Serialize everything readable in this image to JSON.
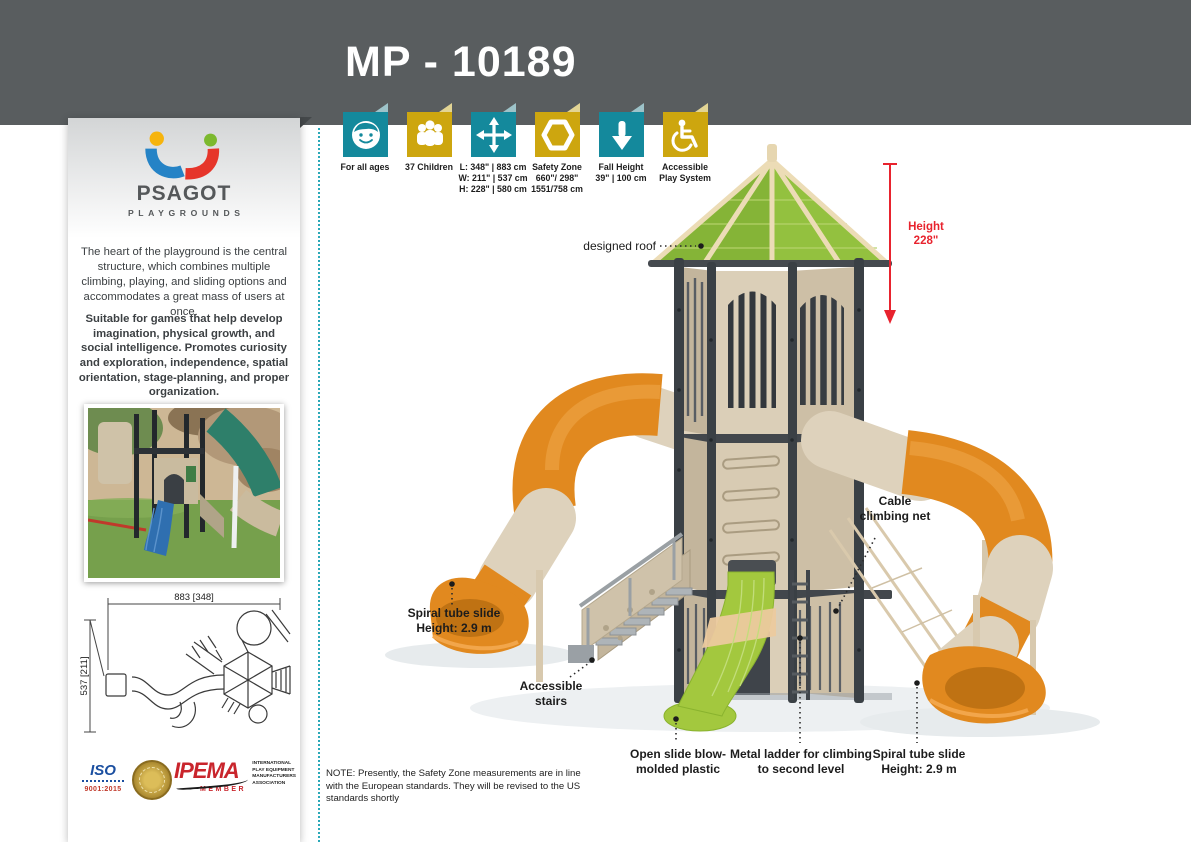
{
  "header": {
    "title": "MP - 10189"
  },
  "spec_icons": [
    {
      "icon": "child-face-icon",
      "color": "#14899c",
      "label": "For all ages"
    },
    {
      "icon": "children-group-icon",
      "color": "#cda60f",
      "label": "37 Children"
    },
    {
      "icon": "dimensions-arrows-icon",
      "color": "#14899c",
      "label": "L: 348\" | 883 cm\nW: 211\" | 537 cm\nH: 228\" | 580 cm"
    },
    {
      "icon": "hexagon-safety-zone-icon",
      "color": "#cda60f",
      "label": "Safety Zone\n660\"/ 298\"\n1551/758 cm"
    },
    {
      "icon": "fall-height-arrow-icon",
      "color": "#14899c",
      "label": "Fall Height\n39\" | 100 cm"
    },
    {
      "icon": "wheelchair-icon",
      "color": "#cda60f",
      "label": "Accessible\nPlay System"
    }
  ],
  "sidebar": {
    "brand_name": "PSAGOT",
    "brand_tagline": "PLAYGROUNDS",
    "description_paragraph_1": "The heart of the playground is the central structure, which combines multiple climbing, playing, and sliding options and accommodates a great mass of users at once.",
    "description_paragraph_2": "Suitable for games that help develop imagination, physical growth, and social intelligence. Promotes curiosity and exploration, independence, spatial orientation, stage-planning, and proper organization.",
    "drawing": {
      "width_label": "883 [348]",
      "depth_label": "537 [211]"
    },
    "certifications": {
      "iso_name": "ISO",
      "iso_standard": "9001:2015",
      "ipema_name": "IPEMA",
      "ipema_member": "MEMBER",
      "ipema_association": "INTERNATIONAL\nPLAY EQUIPMENT\nMANUFACTURERS\nASSOCIATION"
    }
  },
  "product": {
    "annotations": {
      "designed_roof": "designed roof",
      "height": "Height\n228\"",
      "cable_climbing_net": "Cable\nclimbing net",
      "spiral_slide_left": "Spiral tube slide\nHeight: 2.9 m",
      "accessible_stairs": "Accessible\nstairs",
      "open_slide": "Open slide blow-\nmolded plastic",
      "metal_ladder": "Metal ladder for climbing\nto second level",
      "spiral_slide_right": "Spiral tube slide\nHeight: 2.9 m"
    },
    "note": "NOTE: Presently, the Safety Zone measurements are in line with the European standards. They will be revised to the US standards shortly"
  },
  "colors": {
    "header_bg": "#595d5f",
    "teal": "#14899c",
    "gold": "#cda60f",
    "accent_red": "#e8232e",
    "roof_green": "#93c13f",
    "slide_green": "#a3c83e",
    "tube_orange": "#e1891f",
    "tube_cream": "#ded2bc",
    "panel_tan": "#d6c9b0",
    "frame_charcoal": "#3a4045",
    "separator_teal": "#2aa8b8"
  }
}
